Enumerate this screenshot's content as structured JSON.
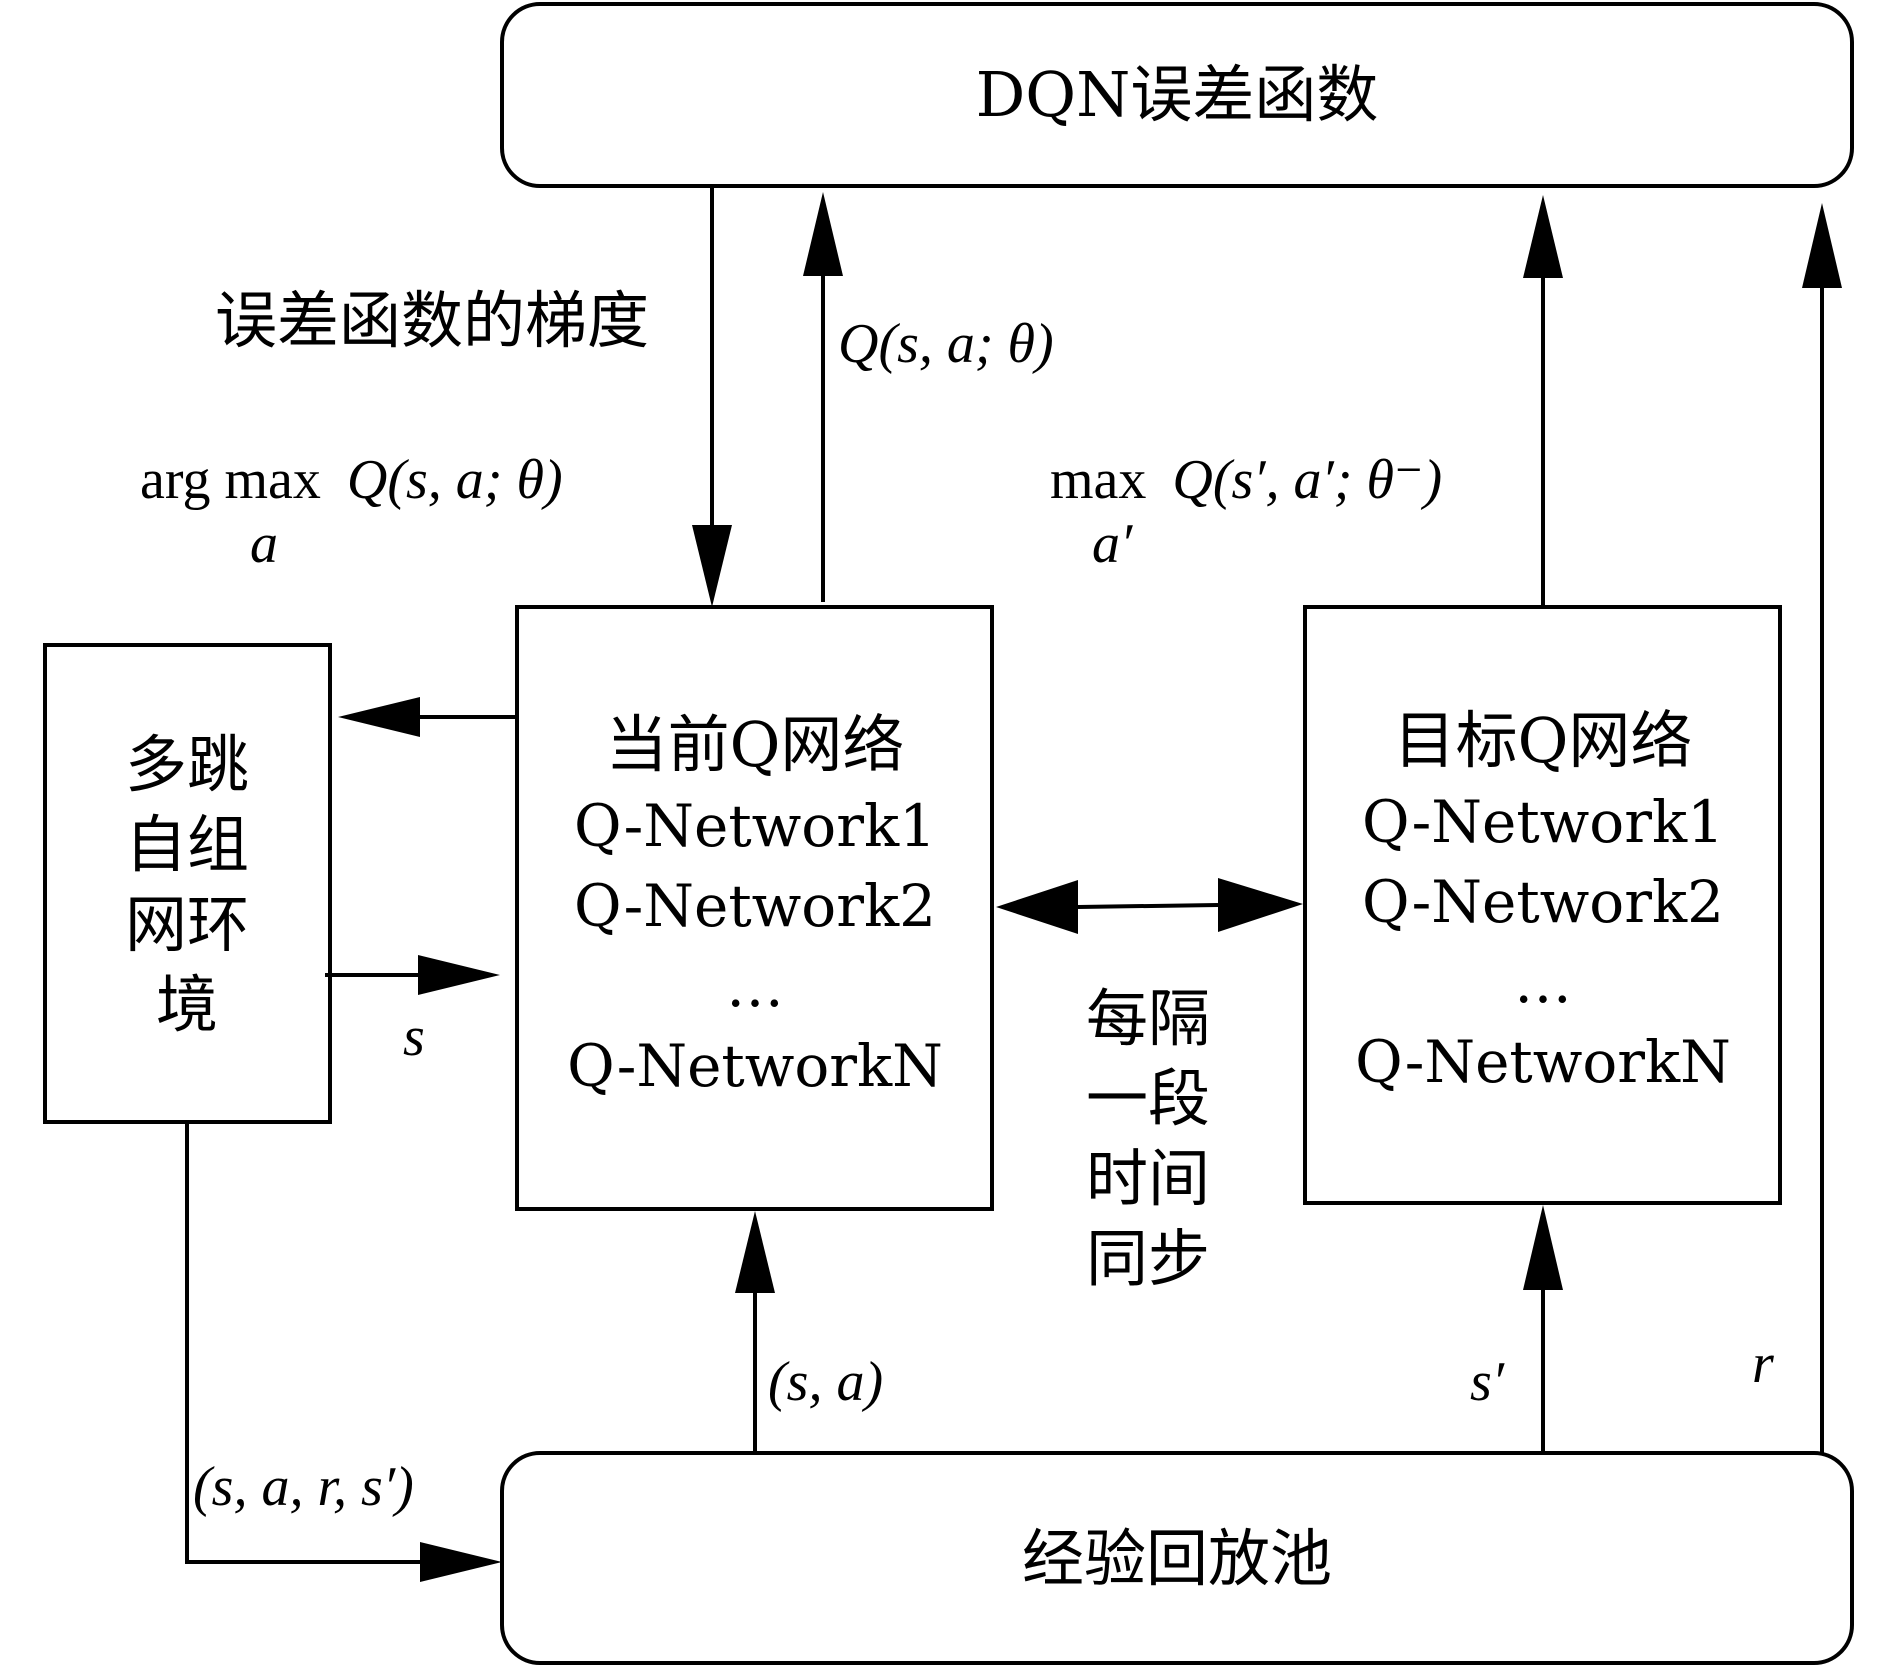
{
  "dqn_loss_box": {
    "label": "DQN误差函数"
  },
  "replay_pool_box": {
    "label": "经验回放池"
  },
  "environment_box": {
    "lines": [
      "多跳",
      "自组",
      "网环",
      "境"
    ]
  },
  "current_network_box": {
    "title": "当前Q网络",
    "items": [
      "Q-Network1",
      "Q-Network2",
      "…",
      "Q-NetworkN"
    ]
  },
  "target_network_box": {
    "title": "目标Q网络",
    "items": [
      "Q-Network1",
      "Q-Network2",
      "…",
      "Q-NetworkN"
    ]
  },
  "labels": {
    "gradient": "误差函数的梯度",
    "argmax_prefix": "arg max ",
    "argmax_expr": "Q(s, a; θ)",
    "argmax_sub": "a",
    "q_value": "Q(s, a; θ)",
    "max_prefix": "max ",
    "max_expr": "Q(s′, a′; θ⁻)",
    "max_sub": "a′",
    "state": "s",
    "state_action": "(s, a)",
    "next_state": "s′",
    "reward": "r",
    "transition": "(s, a, r, s′)",
    "sync": [
      "每隔",
      "一段",
      "时间",
      "同步"
    ]
  }
}
